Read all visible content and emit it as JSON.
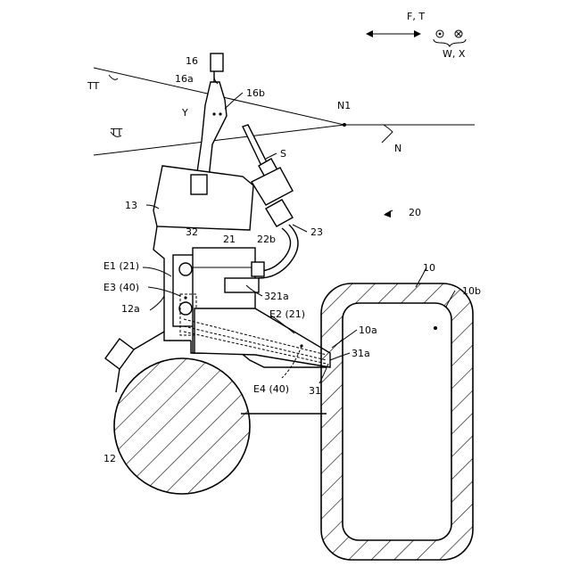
{
  "labels": {
    "ft": "F, T",
    "wx": "W, X",
    "l16": "16",
    "l16a": "16a",
    "l16b": "16b",
    "lY": "Y",
    "lTT1": "TT",
    "lTT2": "TT",
    "lN1": "N1",
    "lN": "N",
    "lS": "S",
    "l13": "13",
    "l20": "20",
    "l23": "23",
    "l32": "32",
    "l21": "21",
    "l22b": "22b",
    "lE1": "E1 (21)",
    "lE3": "E3 (40)",
    "l321a": "321a",
    "l12a": "12a",
    "l10": "10",
    "l10b": "10b",
    "l10a": "10a",
    "lE2": "E2 (21)",
    "l31a": "31a",
    "lE4": "E4 (40)",
    "l31": "31",
    "l12": "12"
  }
}
